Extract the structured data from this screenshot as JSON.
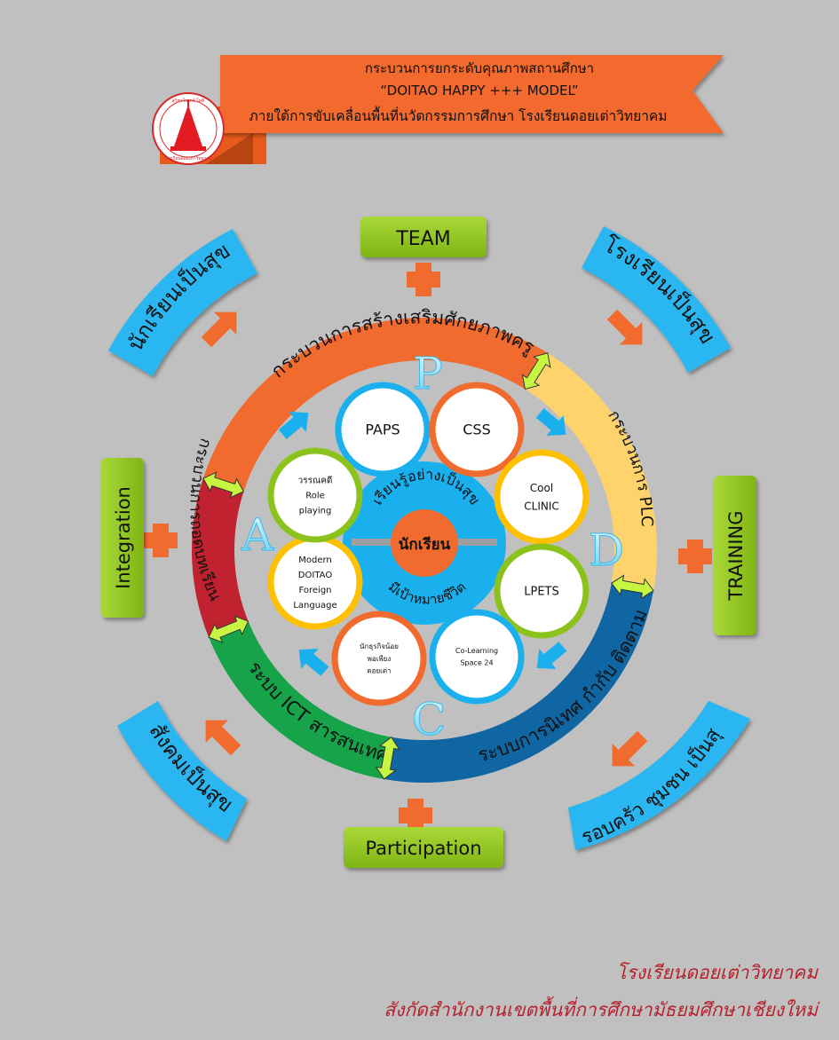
{
  "header": {
    "line1": "กระบวนการยกระดับคุณภาพสถานศึกษา",
    "line2": "“DOITAO HAPPY +++ MODEL”",
    "line3": "ภายใต้การขับเคลื่อนพื้นที่นวัตกรรมการศึกษา โรงเรียนดอยเต่าวิทยาคม",
    "logo_top_text": "สุวิชาโน ภวํ โหติ",
    "logo_bottom_text": "โรงเรียนดอยเต่าวิทยาคม"
  },
  "side_boxes": {
    "top": "TEAM",
    "right": "TRAINING",
    "bottom": "Participation",
    "left": "Integration"
  },
  "outer_banners": {
    "top_left": "นักเรียนเป็นสุข",
    "top_right": "โรงเรียนเป็นสุข",
    "bottom_left": "สังคมเป็นสุข",
    "bottom_right": "ครอบครัว ชุมชน เป็นสุข"
  },
  "ring_segments": [
    {
      "label": "กระบวนการสร้างเสริมศักยภาพครู",
      "color": "#f26b2e"
    },
    {
      "label": "กระบวนการ PLC",
      "color": "#ffd36b"
    },
    {
      "label": "ระบบการนิเทศ กำกับ ติดตาม",
      "color": "#0f66a3"
    },
    {
      "label": "ระบบ ICT สารสนเทศ",
      "color": "#16a34a"
    },
    {
      "label": "กระบวนการถอดบทเรียน",
      "color": "#c0232f"
    }
  ],
  "pdca_letters": {
    "p": "P",
    "d": "D",
    "c": "C",
    "a": "A"
  },
  "circles": [
    {
      "lines": [
        "PAPS"
      ],
      "color": "#1ab0ee"
    },
    {
      "lines": [
        "CSS"
      ],
      "color": "#f26b2e"
    },
    {
      "lines": [
        "Cool",
        "CLINIC"
      ],
      "color": "#ffc000"
    },
    {
      "lines": [
        "LPETS"
      ],
      "color": "#8cc21c"
    },
    {
      "lines": [
        "Co-Learning",
        "Space 24"
      ],
      "color": "#1ab0ee"
    },
    {
      "lines": [
        "นักธุรกิจน้อย",
        "พอเพียง",
        "ดอยเต่า"
      ],
      "color": "#f26b2e"
    },
    {
      "lines": [
        "Modern",
        "DOITAO",
        "Foreign",
        "Language"
      ],
      "color": "#ffc000"
    },
    {
      "lines": [
        "วรรณคดี",
        "Role",
        "playing"
      ],
      "color": "#8cc21c"
    }
  ],
  "center": {
    "core": "นักเรียน",
    "top_arc": "เรียนรู้อย่างเป็นสุข",
    "bottom_arc": "มีเป้าหมายชีวิต"
  },
  "footer": {
    "line1": "โรงเรียนดอยเต่าวิทยาคม",
    "line2": "สังกัดสำนักงานเขตพื้นที่การศึกษามัธยมศึกษาเชียงใหม่"
  },
  "colors": {
    "background": "#c0c0c0",
    "banner_orange": "#f26b2e",
    "box_green": "#8cc21c",
    "banner_blue": "#29b6f0",
    "arrow_blue": "#1ab0ee",
    "double_arrow": "#c6f542",
    "footer_red": "#b5222e"
  }
}
